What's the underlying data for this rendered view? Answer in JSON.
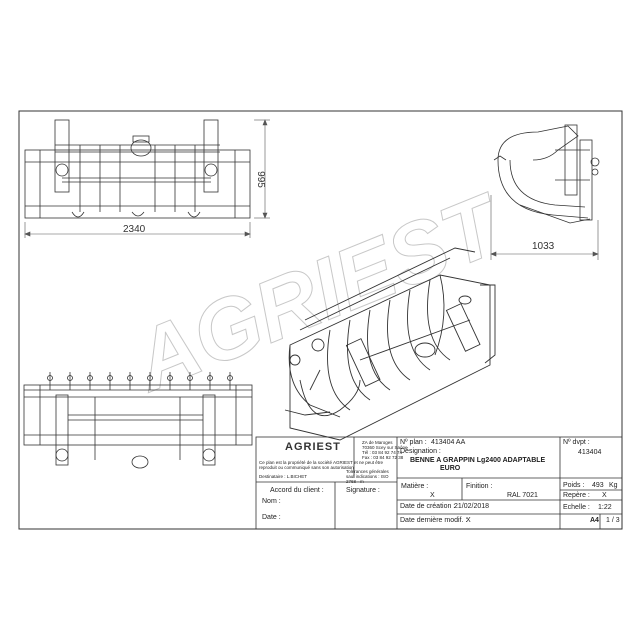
{
  "dimensions": {
    "height": "995",
    "width": "2340",
    "side_width": "1033"
  },
  "watermark": "AGRIEST",
  "title_block": {
    "company_logo": "AGRIEST",
    "company_address_line1": "ZA de Maroges",
    "company_address_line2": "70360 Scey sur Saône",
    "company_address_line3": "Tél : 03 84 92 74 74",
    "company_address_line4": "Fax : 03 84 92 72 38",
    "property_notice": "Ce plan est la propriété de la société AGRIEST et ne peut être reproduit ou communiqué sans son autorisation",
    "recipient_label": "Destinataire : L.BICHET",
    "tolerance_note": "Tolérances générales sauf indications : ISO 2768 - m",
    "plan_no_label": "Nº plan :",
    "plan_no_value": "413404 AA",
    "designation_label": "Désignation :",
    "designation_value": "BENNE A GRAPPIN Lg2400 ADAPTABLE",
    "designation_value2": "EURO",
    "dvpt_no_label": "Nº dvpt :",
    "dvpt_no_value": "413404",
    "accord_label": "Accord du client :",
    "name_label": "Nom :",
    "date_label": "Date :",
    "signature_label": "Signature :",
    "matiere_label": "Matière :",
    "matiere_value": "X",
    "finition_label": "Finition :",
    "finition_value": "RAL 7021",
    "poids_label": "Poids :",
    "poids_value": "493",
    "poids_unit": "Kg",
    "repere_label": "Repère :",
    "repere_value": "X",
    "echelle_label": "Echelle :",
    "echelle_value": "1:22",
    "creation_label": "Date de création :",
    "creation_value": "21/02/2018",
    "modif_label": "Date dernière modif. :",
    "modif_value": "X",
    "format_value": "A4",
    "sheet_value": "1 / 3"
  }
}
